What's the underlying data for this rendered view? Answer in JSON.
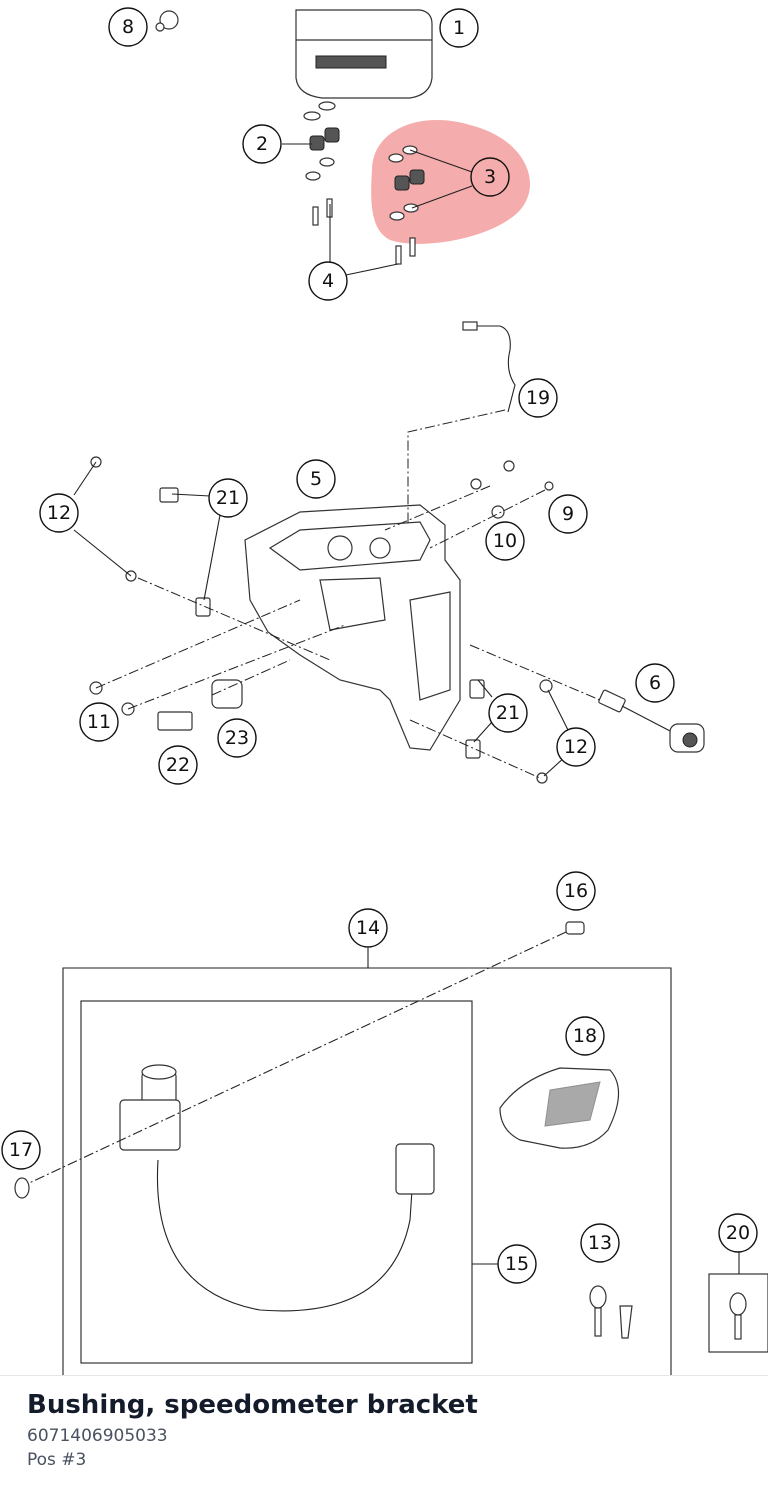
{
  "diagram": {
    "callouts": [
      "8",
      "1",
      "2",
      "3",
      "4",
      "19",
      "5",
      "21",
      "12",
      "9",
      "10",
      "6",
      "11",
      "23",
      "22",
      "21",
      "12",
      "16",
      "14",
      "18",
      "17",
      "15",
      "13",
      "20"
    ],
    "highlight_color": "#f08080",
    "highlighted_callout": "3"
  },
  "info": {
    "title": "Bushing, speedometer bracket",
    "part_number": "6071406905033",
    "position": "Pos #3"
  }
}
